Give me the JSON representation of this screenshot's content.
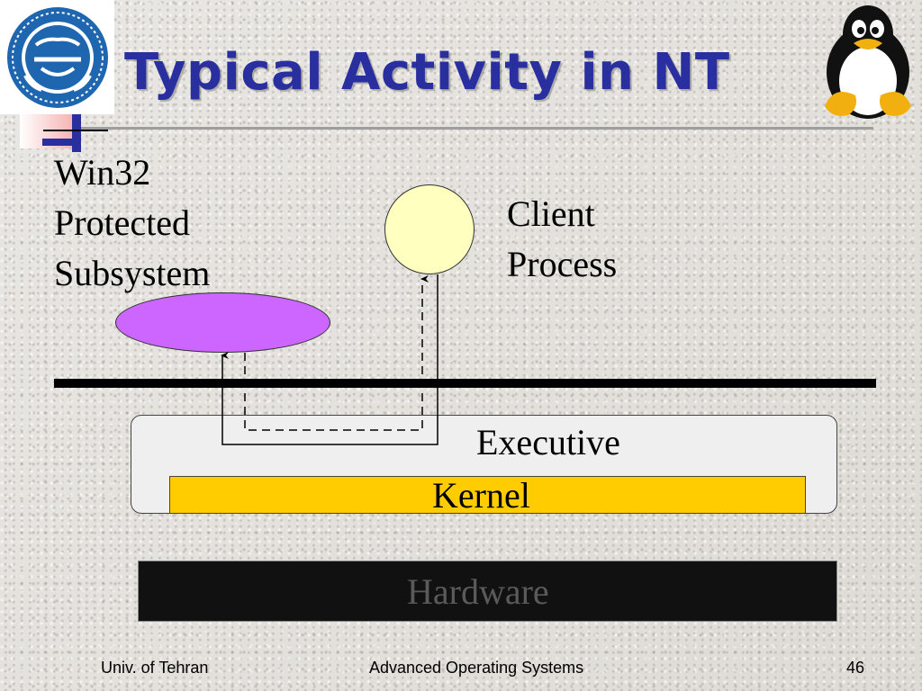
{
  "slide": {
    "title": "Typical Activity in NT",
    "labels": {
      "win32_line1": "Win32",
      "win32_line2": "Protected",
      "win32_line3": "Subsystem",
      "client_line1": "Client",
      "client_line2": "Process",
      "executive": "Executive",
      "kernel": "Kernel",
      "hardware": "Hardware"
    },
    "footer": {
      "left": "Univ. of Tehran",
      "center": "Advanced Operating Systems",
      "page_number": "46"
    }
  },
  "icons": {
    "logo": "university-seal-icon",
    "mascot": "tux-penguin-icon"
  },
  "colors": {
    "title": "#2a2fa0",
    "client_process": "#ffffc0",
    "win32_subsystem": "#cc66ff",
    "executive": "#efefef",
    "kernel": "#ffcc00",
    "hardware": "#111111",
    "accent_blue": "#2a2fa0",
    "accent_pink": "#f6b4b4"
  }
}
